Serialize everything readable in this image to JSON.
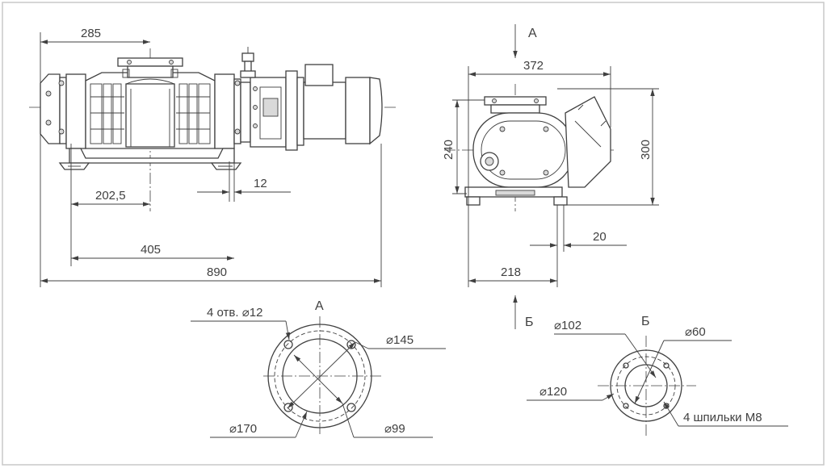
{
  "side_view": {
    "dim_285": "285",
    "dim_202_5": "202,5",
    "dim_12": "12",
    "dim_405": "405",
    "dim_890": "890"
  },
  "end_view": {
    "view_arrow_a": "А",
    "dim_372": "372",
    "dim_240": "240",
    "dim_300": "300",
    "dim_20": "20",
    "dim_218": "218",
    "view_arrow_b": "Б"
  },
  "view_a": {
    "title": "А",
    "holes": "4 отв.  ⌀12",
    "d145": "⌀145",
    "d170": "⌀170",
    "d99": "⌀99"
  },
  "view_b": {
    "title": "Б",
    "d102": "⌀102",
    "d60": "⌀60",
    "d120": "⌀120",
    "studs": "4 шпильки M8"
  }
}
